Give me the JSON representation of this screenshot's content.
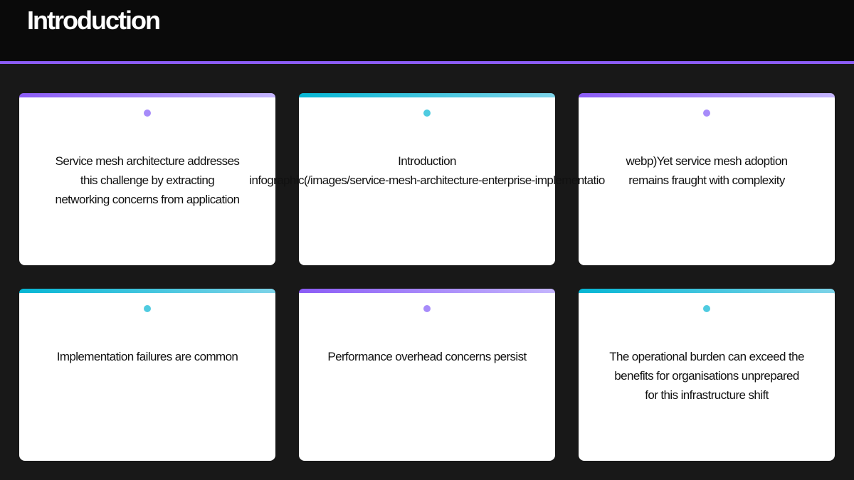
{
  "header": {
    "title": "Introduction"
  },
  "colors": {
    "purple": "#8b5cf6",
    "cyan": "#06b6d4"
  },
  "cards": [
    {
      "accent": "purple",
      "lines": [
        "Service mesh architecture addresses",
        "this challenge by extracting",
        "networking concerns from application"
      ]
    },
    {
      "accent": "cyan",
      "lines": [
        "Introduction",
        "infographic(/images/service-mesh-architecture-enterprise-implementatio"
      ]
    },
    {
      "accent": "purple",
      "lines": [
        "webp)Yet service mesh adoption",
        "remains fraught with complexity"
      ]
    },
    {
      "accent": "cyan",
      "lines": [
        "Implementation failures are common"
      ]
    },
    {
      "accent": "purple",
      "lines": [
        "Performance overhead concerns persist"
      ]
    },
    {
      "accent": "cyan",
      "lines": [
        "The operational burden can exceed the",
        "benefits for organisations unprepared",
        "for this infrastructure shift"
      ]
    }
  ]
}
